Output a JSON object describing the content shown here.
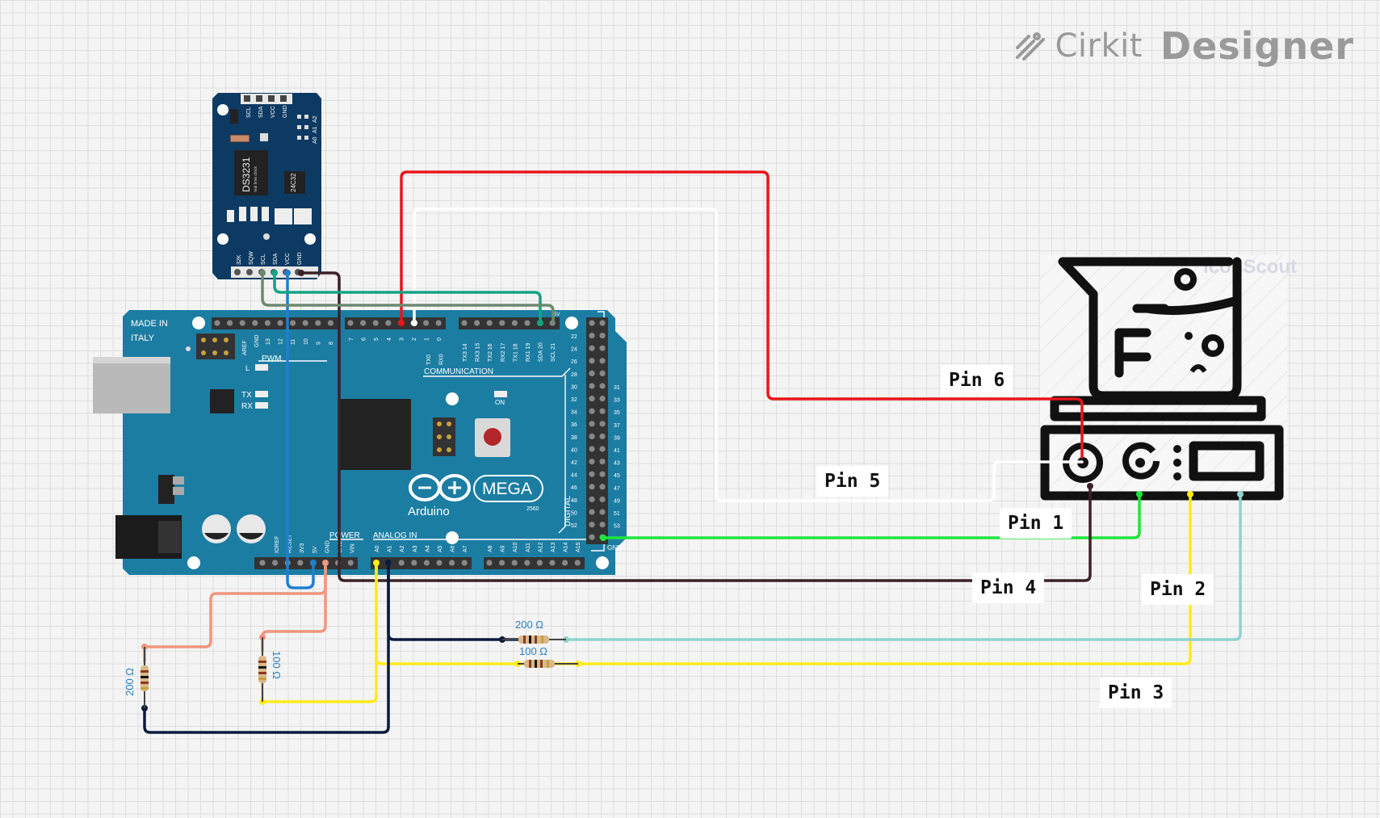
{
  "brand": {
    "name_part1": "Cirkit",
    "name_part2": "Designer",
    "icon": "cirkit-logo-icon"
  },
  "components": {
    "rtc": {
      "chip": "DS3231",
      "subtitle": "real time clock",
      "eeprom_chip": "24C32",
      "top_pins": [
        "SCL",
        "SDA",
        "VCC",
        "GND"
      ],
      "addr_pins": [
        "A2",
        "A1",
        "A0"
      ],
      "bottom_pins": [
        "32K",
        "SQW",
        "SCL",
        "SDA",
        "VCC",
        "GND"
      ]
    },
    "arduino": {
      "made_in": "MADE IN",
      "country": "ITALY",
      "brand": "Arduino",
      "model": "MEGA",
      "model_number": "2560",
      "pwm": "PWM",
      "communication": "COMMUNICATION",
      "power": "POWER",
      "analog_in": "ANALOG IN",
      "digital": "DIGITAL",
      "on_led": "ON",
      "tx": "TX",
      "rx": "RX",
      "l": "L",
      "aref": "AREF",
      "gnd": "GND",
      "five_v": "5V",
      "top_pwm_pins": [
        "13",
        "12",
        "11",
        "10",
        "9",
        "8"
      ],
      "top_pins_mid": [
        "7",
        "6",
        "5",
        "4",
        "3",
        "2",
        "1",
        "0"
      ],
      "comm_pins": [
        "TX3 14",
        "RX3 15",
        "TX2 16",
        "RX2 17",
        "TX1 18",
        "RX1 19",
        "SDA 20",
        "SCL 21"
      ],
      "serial_pins": [
        "TX0",
        "RX0"
      ],
      "power_pins": [
        "IOREF",
        "RESET",
        "3V3",
        "5V",
        "GND",
        "GND",
        "VIN"
      ],
      "analog_pins": [
        "A0",
        "A1",
        "A2",
        "A3",
        "A4",
        "A5",
        "A6",
        "A7",
        "A8",
        "A9",
        "A10",
        "A11",
        "A12",
        "A13",
        "A14",
        "A15"
      ],
      "digital_left": [
        "22",
        "24",
        "26",
        "28",
        "30",
        "32",
        "34",
        "36",
        "38",
        "40",
        "42",
        "44",
        "46",
        "48",
        "50",
        "52"
      ],
      "digital_right": [
        "31",
        "33",
        "35",
        "37",
        "39",
        "41",
        "43",
        "45",
        "47",
        "49",
        "51",
        "53"
      ]
    },
    "resistors": [
      {
        "value": "200 Ω"
      },
      {
        "value": "100 Ω"
      },
      {
        "value": "200 Ω"
      },
      {
        "value": "100 Ω"
      }
    ],
    "device": {
      "icon": "magnetic-stirrer-icon",
      "watermark": "IconScout"
    }
  },
  "pin_labels": [
    "Pin 6",
    "Pin 5",
    "Pin 1",
    "Pin 4",
    "Pin 2",
    "Pin 3"
  ],
  "colors": {
    "red": "#e8151b",
    "white": "#ffffff",
    "green": "#1ee63c",
    "brown": "#3b2226",
    "yellow": "#ffeb1a",
    "cyan": "#8fd3d0",
    "navy": "#0b1a3d",
    "salmon": "#f2967c",
    "teal": "#14a383",
    "grey_green": "#6b8a6e",
    "blue": "#1f7fd1",
    "board": "#1c7da3"
  }
}
